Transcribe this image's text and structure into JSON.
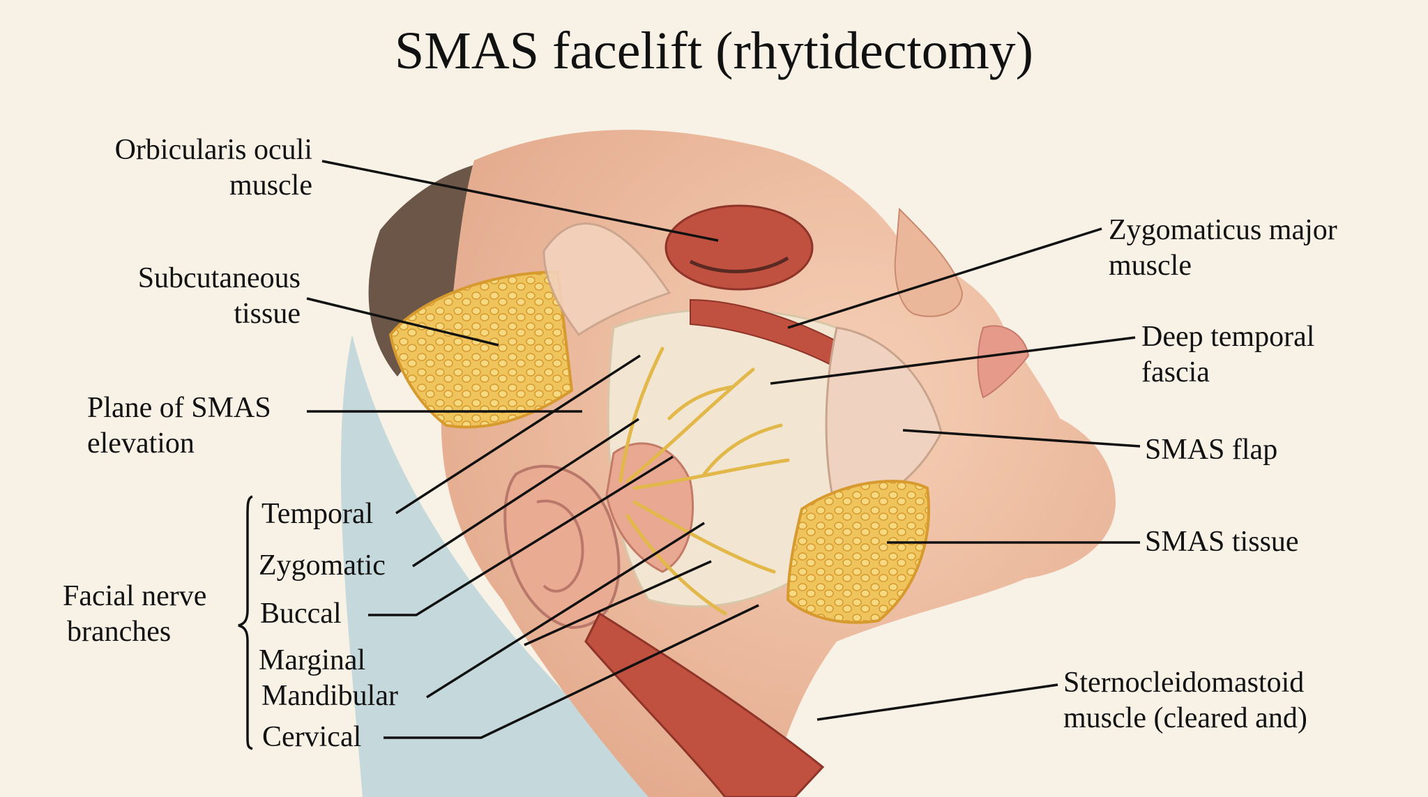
{
  "title": "SMAS facelift (rhytidectomy)",
  "labels": {
    "orbicularis": [
      "Orbicularis oculi",
      "muscle"
    ],
    "subcutaneous": [
      "Subcutaneous",
      "tissue"
    ],
    "plane": [
      "Plane of SMAS",
      "elevation"
    ],
    "facial_nerve": [
      "Facial nerve",
      "branches"
    ],
    "temporal": "Temporal",
    "zygomatic": "Zygomatic",
    "buccal": "Buccal",
    "marginal": [
      "Marginal",
      "Mandibular"
    ],
    "cervical": "Cervical",
    "zygomaticus": [
      "Zygomaticus major",
      "muscle"
    ],
    "deep_temporal": [
      "Deep temporal",
      "fascia"
    ],
    "smas_flap": "SMAS flap",
    "smas_tissue": "SMAS tissue",
    "sternocleido": [
      "Sternocleidomastoid",
      "muscle (cleared and)"
    ]
  },
  "colors": {
    "background": "#f8f1e6",
    "skin": "#f1c3a6",
    "skin_shadow": "#d99a80",
    "fat": "#f0c45c",
    "fat_dark": "#d69a2e",
    "muscle": "#c0503f",
    "fascia": "#f2e6d2",
    "nerve": "#e2b84a",
    "hair": "#6b5647",
    "drape": "#b9d1d6",
    "leader": "#111111"
  }
}
